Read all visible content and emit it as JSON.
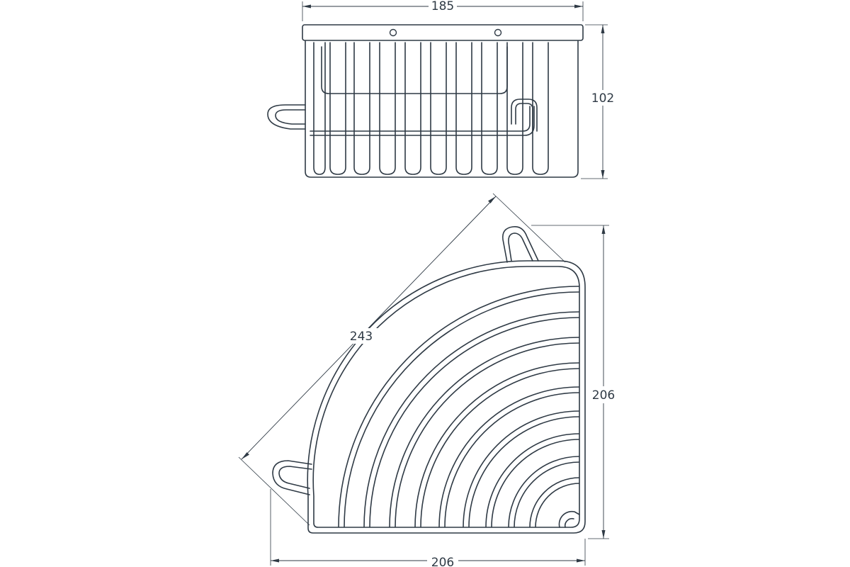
{
  "dimensions": {
    "top_width": "185",
    "height": "102",
    "diagonal": "243",
    "plan_depth": "206",
    "plan_width": "206"
  },
  "colors": {
    "line": "#2f3a45",
    "background": "#ffffff"
  }
}
